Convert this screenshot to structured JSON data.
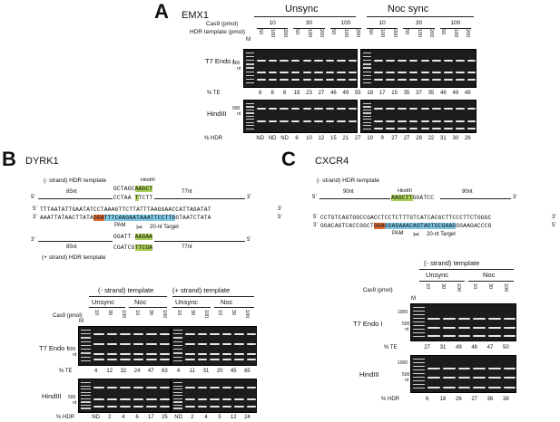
{
  "panelA": {
    "letter": "A",
    "gene": "EMX1",
    "groups": [
      "Unsync",
      "Noc sync"
    ],
    "cas9_label": "Cas9 (pmol)",
    "hdr_label": "HDR template (pmol)",
    "cas9_values": [
      "10",
      "30",
      "100",
      "10",
      "30",
      "100"
    ],
    "hdr_values": [
      "50",
      "100",
      "200",
      "50",
      "100",
      "200",
      "50",
      "100",
      "200",
      "50",
      "100",
      "200",
      "50",
      "100",
      "200",
      "50",
      "100",
      "200"
    ],
    "marker": "M",
    "t7_label": "T7 Endo I",
    "hind_label": "HindIII",
    "size_label": "500",
    "nt_label": "nt",
    "te_label": "% TE",
    "te_values": [
      "6",
      "8",
      "6",
      "19",
      "23",
      "27",
      "46",
      "49",
      "55",
      "18",
      "17",
      "15",
      "35",
      "37",
      "35",
      "46",
      "49",
      "49"
    ],
    "hdr_row_label": "% HDR",
    "hdr_row_values": [
      "ND",
      "ND",
      "ND",
      "6",
      "10",
      "12",
      "15",
      "21",
      "27",
      "10",
      "9",
      "27",
      "27",
      "28",
      "22",
      "31",
      "30",
      "26"
    ]
  },
  "panelB": {
    "letter": "B",
    "gene": "DYRK1",
    "minus_template": "(-  strand) HDR template",
    "plus_template": "(+ strand) HDR template",
    "hindiii": "HindIII",
    "arm_left": "85nt",
    "arm_right": "77nt",
    "top_seq_a": "GCTAGC",
    "top_seq_b": "AAGCT",
    "top_seq_c": "T",
    "top_seq_d": "CCTAA",
    "top_seq_e": "TCTT",
    "seq1": "TTTAATATTGAATATCCTAAAGTTCTTATTTAAGGAACCATTAGATAT",
    "seq2a": "AAATTATAACTTATA",
    "seq2b": "GGA",
    "seq2c": "TTTCAAGAATAAATTCCTTG",
    "seq2d": "GTAATCTATA",
    "pam": "PAM",
    "target": "20-nt Target",
    "bot_seq_a": "GGATT",
    "bot_seq_b": "AAGAA",
    "bot_seq_c": "CGATCG",
    "bot_seq_d": "TTCGA",
    "minus_strand": "(- strand) template",
    "plus_strand": "(+ strand) template",
    "groups": [
      "Unsync",
      "Noc",
      "Unsync",
      "Noc"
    ],
    "cas9_label": "Cas9 (pmol)",
    "cas9_values": [
      "10",
      "30",
      "100",
      "10",
      "30",
      "100",
      "10",
      "30",
      "100",
      "10",
      "30",
      "100"
    ],
    "marker": "M",
    "t7_label": "T7 Endo I",
    "hind_label": "HindIII",
    "size_label": "500",
    "nt_label": "nt",
    "te_label": "% TE",
    "te_values": [
      "4",
      "12",
      "32",
      "24",
      "47",
      "63",
      "4",
      "11",
      "31",
      "20",
      "45",
      "65"
    ],
    "hdr_row_label": "% HDR",
    "hdr_row_values": [
      "ND",
      "2",
      "4",
      "6",
      "17",
      "25",
      "ND",
      "2",
      "4",
      "5",
      "12",
      "24"
    ]
  },
  "panelC": {
    "letter": "C",
    "gene": "CXCR4",
    "minus_template": "(-  strand) HDR template",
    "hindiii": "HindIII",
    "arm_left": "90nt",
    "arm_right": "90nt",
    "tmpl_a": "AAGCTT",
    "tmpl_b": "GGATCC",
    "seq1": "CCTGTCAGTGGCCGACCTCCTCTTTGTCATCACGCTTCCCTTCTGGGC",
    "seq2a": "GGACAGTCACCGGCT",
    "seq2b": "GGA",
    "seq2c": "GGAGAAACAGTAGTGCGAAG",
    "seq2d": "GGAAGACCCG",
    "pam": "PAM",
    "target": "20-nt Target",
    "minus_strand": "(- strand) template",
    "groups": [
      "Unsync",
      "Noc"
    ],
    "cas9_label": "Cas9 (pmol)",
    "cas9_values": [
      "10",
      "30",
      "100",
      "10",
      "30",
      "100"
    ],
    "marker": "M",
    "t7_label": "T7 Endo I",
    "hind_label": "HindIII",
    "size_1000": "1000",
    "size_500": "500",
    "nt_label": "nt",
    "te_label": "% TE",
    "te_values": [
      "27",
      "31",
      "49",
      "48",
      "47",
      "50"
    ],
    "hdr_row_label": "% HDR",
    "hdr_row_values": [
      "6",
      "18",
      "26",
      "27",
      "36",
      "38"
    ]
  }
}
